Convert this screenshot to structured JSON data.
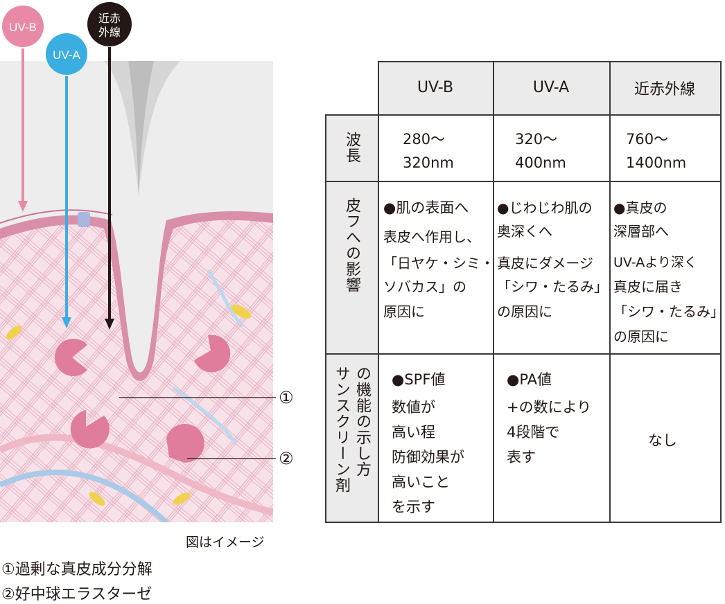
{
  "rays": {
    "uvb": {
      "label": "UV-B",
      "color": "#e88aa6"
    },
    "uva": {
      "label": "UV-A",
      "color": "#3aaee0"
    },
    "nir": {
      "label_line1": "近赤",
      "label_line2": "外線",
      "color": "#231815"
    }
  },
  "callouts": {
    "one": "①",
    "two": "②"
  },
  "captions": {
    "note": "図はイメージ",
    "legend1": "①過剰な真皮成分分解",
    "legend2": "②好中球エラスターゼ"
  },
  "table": {
    "columns": {
      "uvb": "UV-B",
      "uva": "UV-A",
      "nir": "近赤外線"
    },
    "rows": {
      "wavelength": {
        "label": "波長",
        "uvb": [
          "280〜",
          "320nm"
        ],
        "uva": [
          "320〜",
          "400nm"
        ],
        "nir": [
          "760〜",
          "1400nm"
        ]
      },
      "effect": {
        "label": "皮フへの影響",
        "uvb": [
          "●肌の表面へ",
          "表皮へ作用し、",
          "「日ヤケ・シミ・",
          "ソバカス」の",
          "原因に"
        ],
        "uva": [
          "●じわじわ肌の",
          "奥深くへ",
          "真皮にダメージ",
          "「シワ・たるみ」",
          "の原因に"
        ],
        "nir": [
          "●真皮の",
          "深層部へ",
          "UV-Aより深く",
          "真皮に届き",
          "「シワ・たるみ」",
          "の原因に"
        ]
      },
      "sunscreen": {
        "label_line1": "サンスクリーン剤",
        "label_line2": "の機能の示し方",
        "uvb": [
          "●SPF値",
          "数値が",
          "高い程",
          "防御効果が",
          "高いこと",
          "を示す"
        ],
        "uva": [
          "●PA値",
          "+の数により",
          "4段階で",
          "表す"
        ],
        "nir": [
          "なし"
        ]
      }
    }
  },
  "colors": {
    "header_fill": "#ebebeb",
    "border": "#3a3a3a",
    "skin": "#f9e4ea",
    "epidermis": "#d98fa9",
    "cell": "#e07c9c"
  }
}
